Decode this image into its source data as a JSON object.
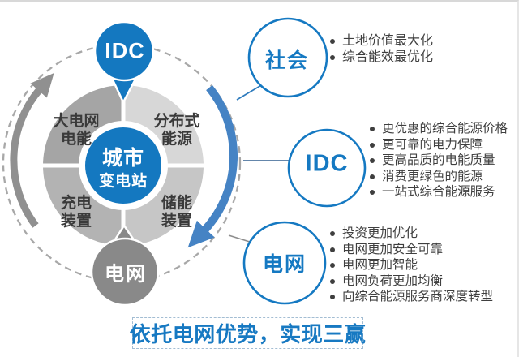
{
  "banner_text": "依托电网优势，实现三赢",
  "wheel": {
    "center": {
      "line1": "城市",
      "line2": "变电站"
    },
    "quadrants": {
      "tl": {
        "line1": "大电网",
        "line2": "电能"
      },
      "tr": {
        "line1": "分布式",
        "line2": "能源"
      },
      "bl": {
        "line1": "充电",
        "line2": "装置"
      },
      "br": {
        "line1": "储能",
        "line2": "装置"
      }
    },
    "top_bubble_label": "IDC",
    "bottom_bubble_label": "电网"
  },
  "panels": [
    {
      "label": "社会",
      "items": [
        "土地价值最大化",
        "综合能效最优化"
      ]
    },
    {
      "label": "IDC",
      "items": [
        "更优惠的综合能源价格",
        "更可靠的电力保障",
        "更高品质的电能质量",
        "消费更绿色的能源",
        "一站式综合能源服务"
      ]
    },
    {
      "label": "电网",
      "items": [
        "投资更加优化",
        "电网更加安全可靠",
        "电网更加智能",
        "电网负荷更加均衡",
        "向综合能源服务商深度转型"
      ]
    }
  ],
  "colors": {
    "primary_blue": "#1478c0",
    "arrow_blue": "#4583c4",
    "bubble_gray": "#898989",
    "arrow_gray": "#909090",
    "dashed_ring_gray": "#a8a8a8",
    "quadrant_tl": "#a5a5a5",
    "quadrant_tr": "#d7d7d7",
    "quadrant_bl": "#b3b3b3",
    "quadrant_br": "#c6c6c6",
    "bullet_text": "#3f3f3f"
  }
}
